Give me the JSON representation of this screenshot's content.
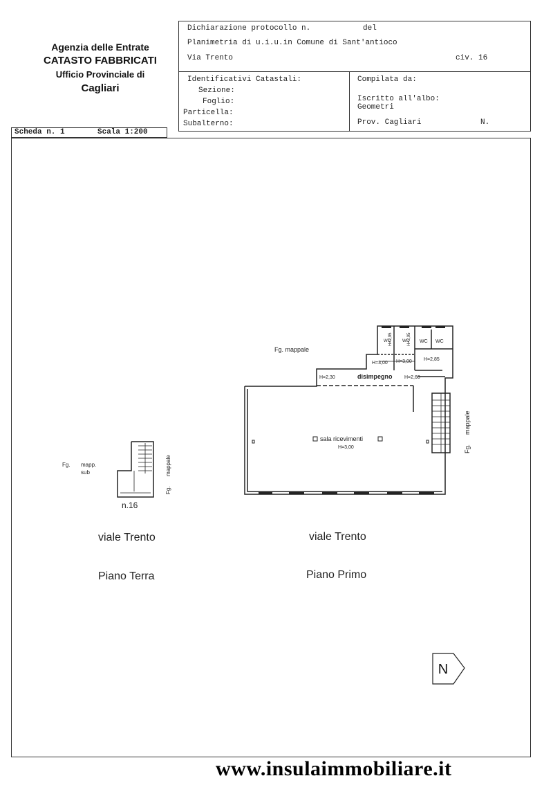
{
  "agency": {
    "line1": "Agenzia delle Entrate",
    "line2": "CATASTO FABBRICATI",
    "line3": "Ufficio Provinciale di",
    "line4": "Cagliari"
  },
  "header": {
    "dichiarazione": "Dichiarazione protocollo n.",
    "del": "del",
    "planimetria": "Planimetria di u.i.u.in Comune di Sant'antioco",
    "via": "Via Trento",
    "civ": "civ. 16",
    "identificativi": "Identificativi Catastali:",
    "sezione": "Sezione:",
    "foglio": "Foglio:",
    "particella": "Particella:",
    "subalterno": "Subalterno:",
    "compilata": "Compilata da:",
    "iscritto": "Iscritto all'albo:",
    "geometri": "Geometri",
    "prov": "Prov. Cagliari",
    "n": "N."
  },
  "scheda": {
    "scheda": "Scheda n. 1",
    "scala": "Scala 1:200"
  },
  "plan": {
    "fg_mappale_top": "Fg.     mappale",
    "fg_right": "Fg.",
    "mappale_right": "mappale",
    "wc1": "WC",
    "h1": "H=2,95",
    "wc2": "WC",
    "h2": "H=2,95",
    "wc3": "WC",
    "wc4": "WC",
    "h300a": "H=3,00",
    "h300b": "H=3,00",
    "h285": "H=2,85",
    "h230": "H=2,30",
    "disimpegno": "disimpegno",
    "h260": "H=2,60",
    "sala": "sala ricevimenti",
    "sala_h": "H=3,00",
    "fg_left": "Fg.",
    "mapp_left": "mapp.",
    "sub_left": "sub",
    "fg_small": "Fg.",
    "mappale_small": "mappale",
    "n16": "n.16"
  },
  "labels": {
    "viale_left": "viale Trento",
    "viale_right": "viale Trento",
    "piano_terra": "Piano Terra",
    "piano_primo": "Piano Primo",
    "north": "N"
  },
  "watermark": "www.insulaimmobiliare.it"
}
